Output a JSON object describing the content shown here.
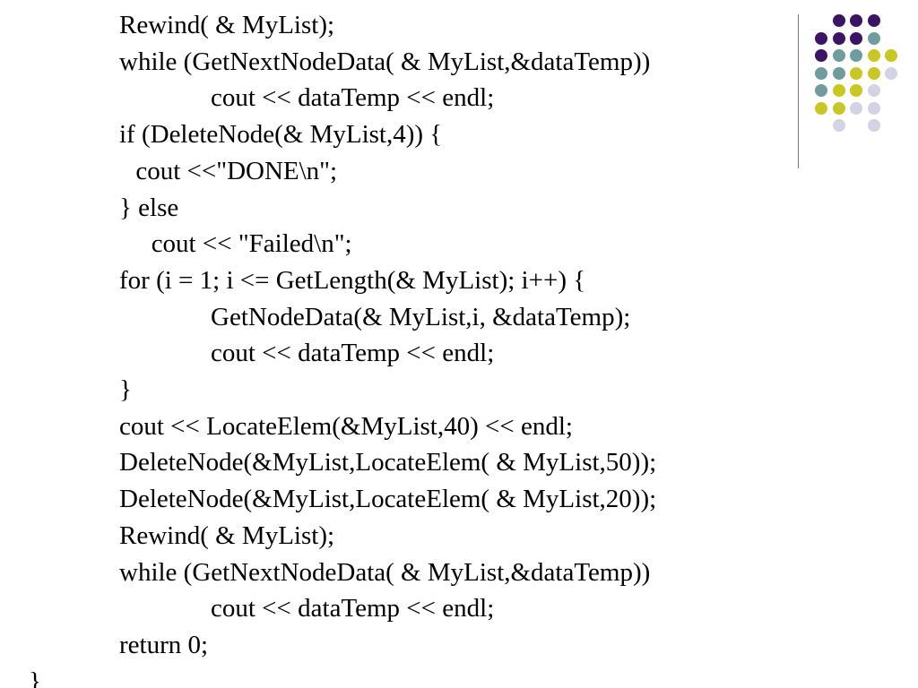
{
  "slide": {
    "code_lines": [
      {
        "text": "Rewind( & MyList);",
        "indent": 0
      },
      {
        "text": "while (GetNextNodeData( & MyList,&dataTemp))",
        "indent": 0
      },
      {
        "text": "cout << dataTemp << endl;",
        "indent": 1
      },
      {
        "text": "if (DeleteNode(& MyList,4)) {",
        "indent": 0
      },
      {
        "text": "cout <<\"DONE\\n\";",
        "indent": 0.18
      },
      {
        "text": "} else",
        "indent": 0
      },
      {
        "text": "cout << \"Failed\\n\";",
        "indent": 0.35
      },
      {
        "text": "for (i = 1; i <= GetLength(& MyList); i++) {",
        "indent": 0
      },
      {
        "text": "GetNodeData(& MyList,i, &dataTemp);",
        "indent": 1
      },
      {
        "text": "cout << dataTemp << endl;",
        "indent": 1
      },
      {
        "text": "}",
        "indent": 0
      },
      {
        "text": "cout << LocateElem(&MyList,40) << endl;",
        "indent": 0
      },
      {
        "text": "DeleteNode(&MyList,LocateElem( & MyList,50));",
        "indent": 0
      },
      {
        "text": "DeleteNode(&MyList,LocateElem( & MyList,20));",
        "indent": 0
      },
      {
        "text": "Rewind( & MyList);",
        "indent": 0
      },
      {
        "text": "while (GetNextNodeData( & MyList,&dataTemp))",
        "indent": 0
      },
      {
        "text": "cout << dataTemp << endl;",
        "indent": 1
      },
      {
        "text": "return 0;",
        "indent": 0
      },
      {
        "text": "}",
        "indent": -1
      }
    ]
  },
  "theme": {
    "text_color": "#000000",
    "divider_color": "#777777",
    "dot_colors": [
      "#3b1466",
      "#6f9c9e",
      "#c9c722",
      "#d3d3e5"
    ]
  },
  "decoration": {
    "icon": "dot-grid-icon",
    "rows": [
      [
        -1,
        0,
        0,
        0,
        -1
      ],
      [
        0,
        0,
        0,
        1,
        -1
      ],
      [
        0,
        1,
        1,
        2,
        2
      ],
      [
        1,
        1,
        2,
        2,
        3
      ],
      [
        1,
        2,
        2,
        3,
        -1
      ],
      [
        2,
        2,
        3,
        3,
        -1
      ],
      [
        -1,
        3,
        -1,
        3,
        -1
      ]
    ]
  }
}
